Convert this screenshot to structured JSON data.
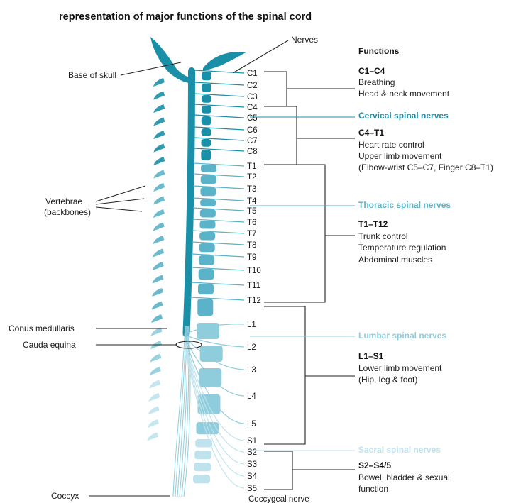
{
  "title": "representation of major functions of the spinal cord",
  "nerves_label": "Nerves",
  "functions_heading": "Functions",
  "left_labels": {
    "base_of_skull": "Base of skull",
    "vertebrae_line1": "Vertebrae",
    "vertebrae_line2": "(backbones)",
    "conus_medullaris": "Conus medullaris",
    "cauda_equina": "Cauda equina",
    "coccyx": "Coccyx"
  },
  "segments": [
    "C1",
    "C2",
    "C3",
    "C4",
    "C5",
    "C6",
    "C7",
    "C8",
    "T1",
    "T2",
    "T3",
    "T4",
    "T5",
    "T6",
    "T7",
    "T8",
    "T9",
    "T10",
    "T11",
    "T12",
    "L1",
    "L2",
    "L3",
    "L4",
    "L5",
    "S1",
    "S2",
    "S3",
    "S4",
    "S5"
  ],
  "coccygeal_label": "Coccygeal nerve",
  "regions": {
    "cervical": "Cervical spinal nerves",
    "thoracic": "Thoracic spinal nerves",
    "lumbar": "Lumbar spinal nerves",
    "sacral": "Sacral spinal nerves"
  },
  "functions": [
    {
      "range": "C1–C4",
      "lines": [
        "Breathing",
        "Head & neck movement"
      ]
    },
    {
      "range": "C4–T1",
      "lines": [
        "Heart rate control",
        "Upper limb movement",
        "(Elbow-wrist C5–C7, Finger C8–T1)"
      ]
    },
    {
      "range": "T1–T12",
      "lines": [
        "Trunk control",
        "Temperature regulation",
        "Abdominal muscles"
      ]
    },
    {
      "range": "L1–S1",
      "lines": [
        "Lower limb movement",
        "(Hip, leg & foot)"
      ]
    },
    {
      "range": "S2–S4/5",
      "lines": [
        "Bowel, bladder & sexual",
        "function"
      ]
    }
  ],
  "colors": {
    "cervical": "#1a8fa8",
    "thoracic": "#5ab3c9",
    "lumbar": "#8fcddd",
    "sacral": "#bfe3ec",
    "cord": "#1a8fa8",
    "line": "#222222"
  }
}
